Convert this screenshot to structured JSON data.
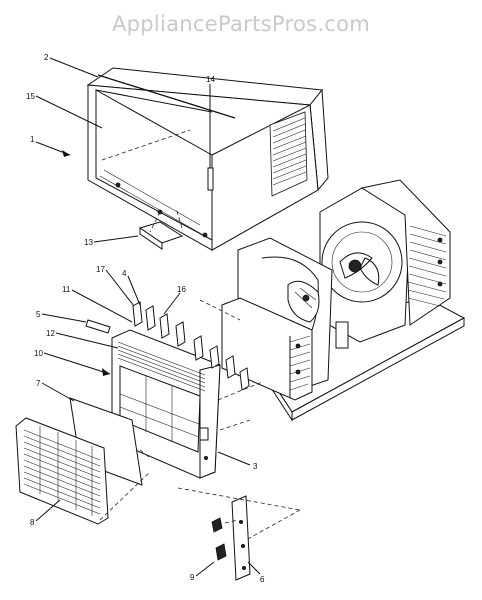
{
  "watermark": "AppliancePartsPros.com",
  "callouts": [
    "1",
    "2",
    "3",
    "4",
    "5",
    "6",
    "7",
    "8",
    "9",
    "10",
    "11",
    "12",
    "13",
    "14",
    "15",
    "16",
    "17"
  ]
}
